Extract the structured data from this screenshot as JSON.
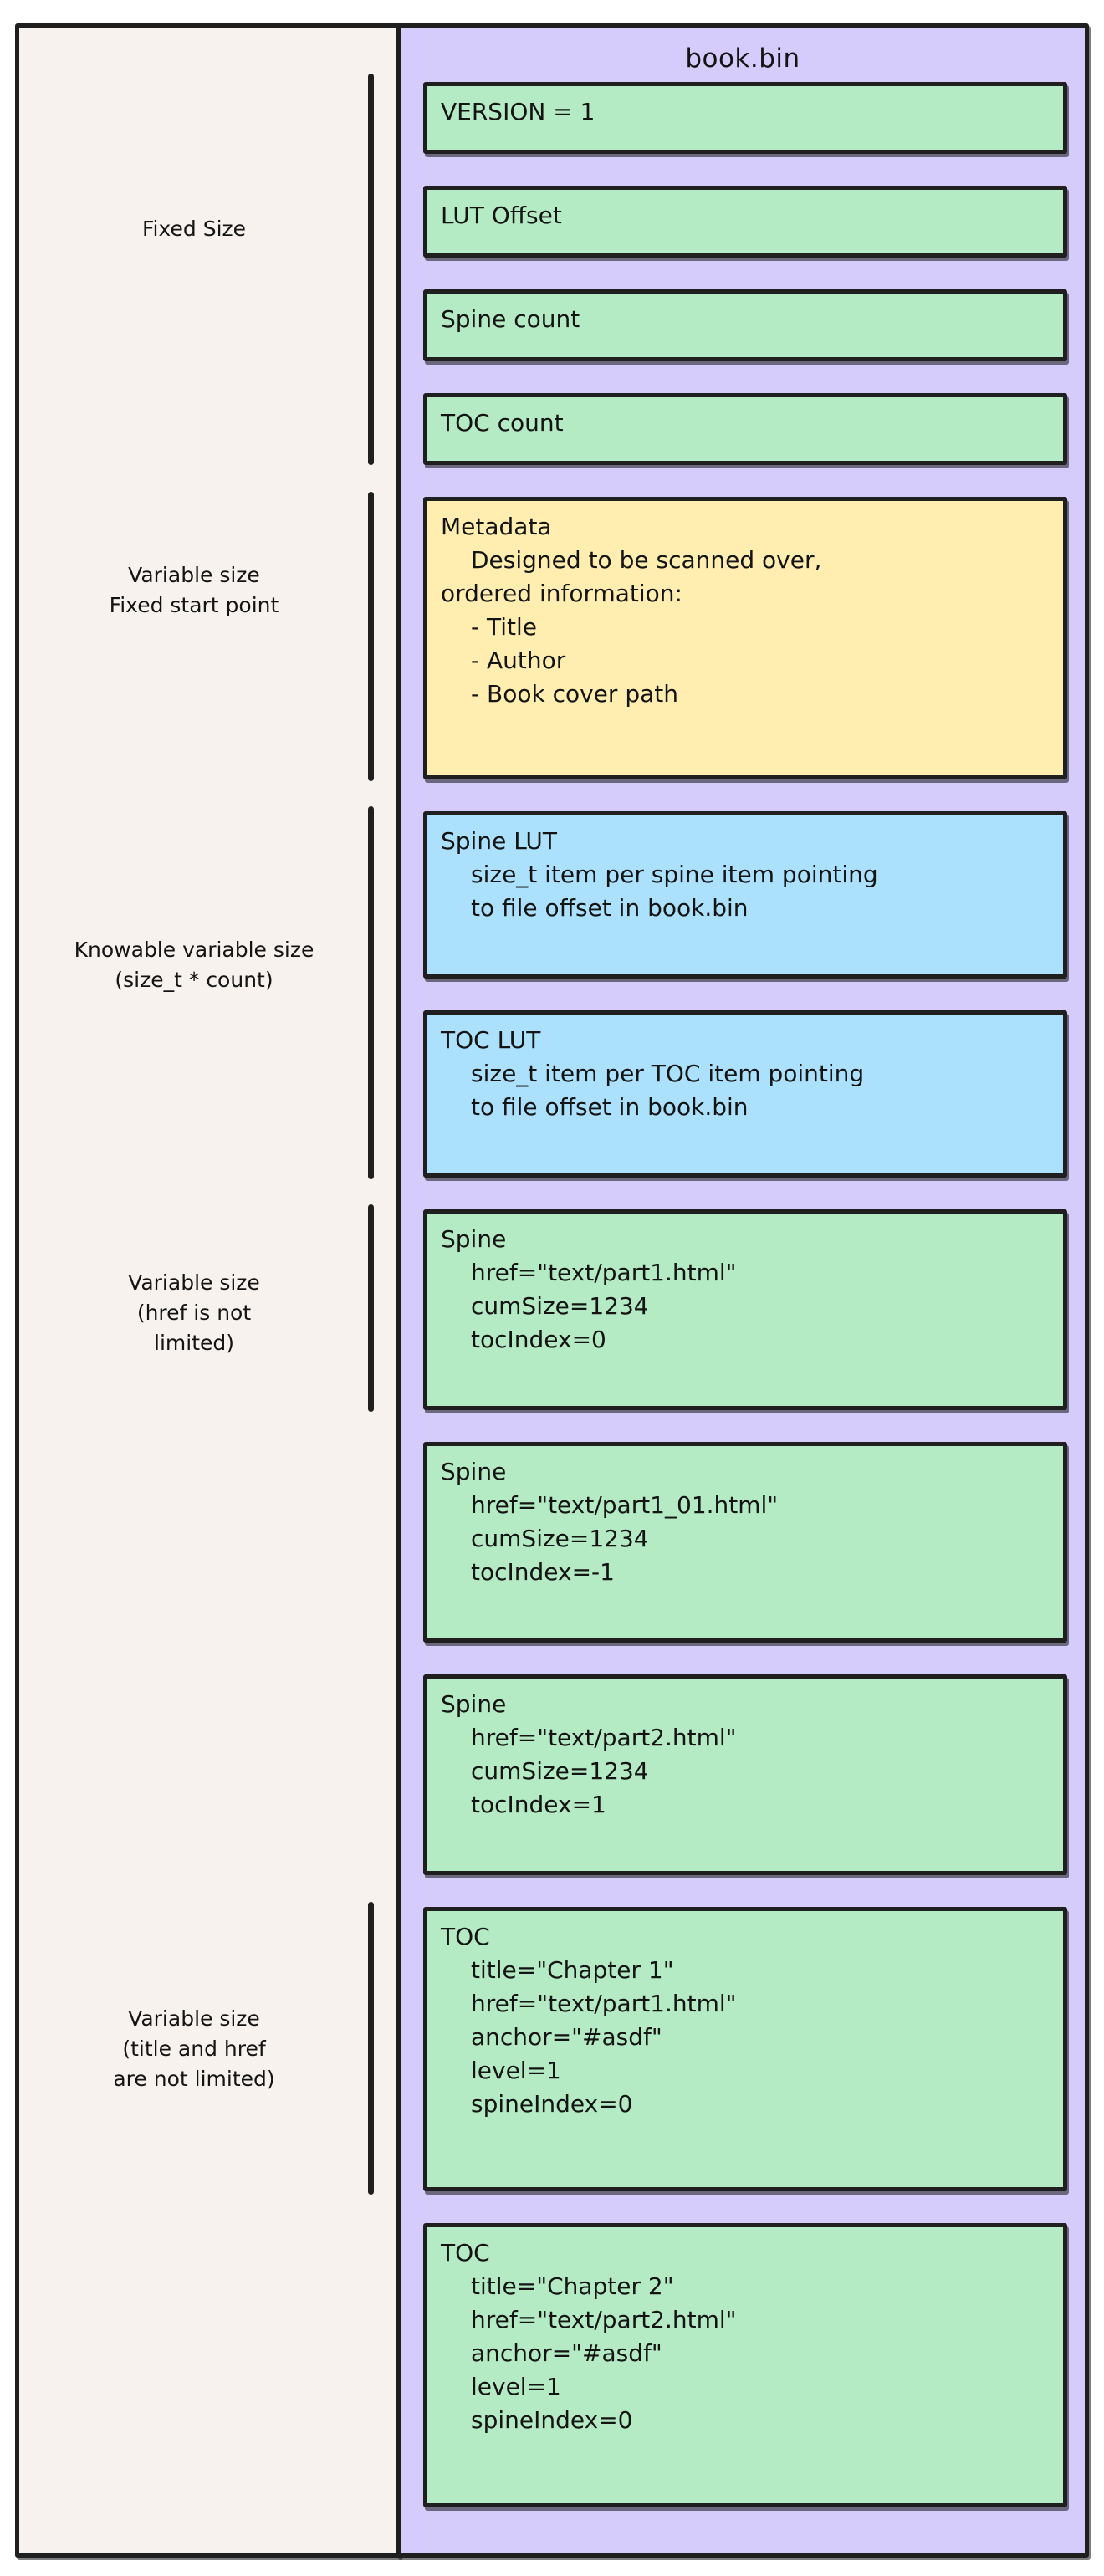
{
  "colors": {
    "background": "#ffffff",
    "left_panel": "#f7f2ed",
    "right_panel": "#d5ccfb",
    "green": "#b5ebc4",
    "yellow": "#ffeeb0",
    "blue": "#ace1fd",
    "stroke": "#1f1f1f"
  },
  "file_title": "book.bin",
  "side_labels": [
    {
      "id": "fixed-size",
      "text": "Fixed Size"
    },
    {
      "id": "variable-fixed-start",
      "text": "Variable size\nFixed start point"
    },
    {
      "id": "knowable-variable",
      "text": "Knowable variable size\n(size_t * count)"
    },
    {
      "id": "variable-href",
      "text": "Variable size\n(href is not\nlimited)"
    },
    {
      "id": "variable-title-href",
      "text": "Variable size\n(title and href\nare not limited)"
    }
  ],
  "boxes": [
    {
      "id": "version",
      "color": "green",
      "lines": [
        {
          "text": "VERSION = 1",
          "indent": false
        }
      ]
    },
    {
      "id": "lut-offset",
      "color": "green",
      "lines": [
        {
          "text": "LUT Offset",
          "indent": false
        }
      ]
    },
    {
      "id": "spine-count",
      "color": "green",
      "lines": [
        {
          "text": "Spine count",
          "indent": false
        }
      ]
    },
    {
      "id": "toc-count",
      "color": "green",
      "lines": [
        {
          "text": "TOC count",
          "indent": false
        }
      ]
    },
    {
      "id": "metadata",
      "color": "yellow",
      "lines": [
        {
          "text": "Metadata",
          "indent": false
        },
        {
          "text": "Designed to be scanned over,",
          "indent": true
        },
        {
          "text": "ordered information:",
          "indent": false
        },
        {
          "text": "- Title",
          "indent": true
        },
        {
          "text": "- Author",
          "indent": true
        },
        {
          "text": "- Book cover path",
          "indent": true
        }
      ]
    },
    {
      "id": "spine-lut",
      "color": "blue",
      "lines": [
        {
          "text": "Spine LUT",
          "indent": false
        },
        {
          "text": "size_t item per spine item pointing",
          "indent": true
        },
        {
          "text": "to file offset in book.bin",
          "indent": true
        }
      ]
    },
    {
      "id": "toc-lut",
      "color": "blue",
      "lines": [
        {
          "text": "TOC LUT",
          "indent": false
        },
        {
          "text": "size_t item per TOC item pointing",
          "indent": true
        },
        {
          "text": "to file offset in book.bin",
          "indent": true
        }
      ]
    },
    {
      "id": "spine-1",
      "color": "green",
      "lines": [
        {
          "text": "Spine",
          "indent": false
        },
        {
          "text": "href=\"text/part1.html\"",
          "indent": true
        },
        {
          "text": "cumSize=1234",
          "indent": true
        },
        {
          "text": "tocIndex=0",
          "indent": true
        }
      ]
    },
    {
      "id": "spine-2",
      "color": "green",
      "lines": [
        {
          "text": "Spine",
          "indent": false
        },
        {
          "text": "href=\"text/part1_01.html\"",
          "indent": true
        },
        {
          "text": "cumSize=1234",
          "indent": true
        },
        {
          "text": "tocIndex=-1",
          "indent": true
        }
      ]
    },
    {
      "id": "spine-3",
      "color": "green",
      "lines": [
        {
          "text": "Spine",
          "indent": false
        },
        {
          "text": "href=\"text/part2.html\"",
          "indent": true
        },
        {
          "text": "cumSize=1234",
          "indent": true
        },
        {
          "text": "tocIndex=1",
          "indent": true
        }
      ]
    },
    {
      "id": "toc-1",
      "color": "green",
      "lines": [
        {
          "text": "TOC",
          "indent": false
        },
        {
          "text": "title=\"Chapter 1\"",
          "indent": true
        },
        {
          "text": "href=\"text/part1.html\"",
          "indent": true
        },
        {
          "text": "anchor=\"#asdf\"",
          "indent": true
        },
        {
          "text": "level=1",
          "indent": true
        },
        {
          "text": "spineIndex=0",
          "indent": true
        }
      ]
    },
    {
      "id": "toc-2",
      "color": "green",
      "lines": [
        {
          "text": "TOC",
          "indent": false
        },
        {
          "text": "title=\"Chapter 2\"",
          "indent": true
        },
        {
          "text": "href=\"text/part2.html\"",
          "indent": true
        },
        {
          "text": "anchor=\"#asdf\"",
          "indent": true
        },
        {
          "text": "level=1",
          "indent": true
        },
        {
          "text": "spineIndex=0",
          "indent": true
        }
      ]
    }
  ]
}
